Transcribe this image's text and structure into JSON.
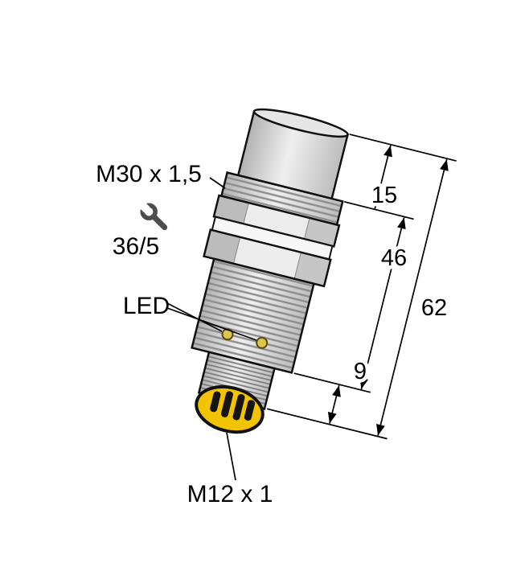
{
  "labels": {
    "thread_size": "M30 x 1,5",
    "wrench_size": "36/5",
    "led": "LED",
    "connector_thread": "M12 x 1"
  },
  "dimensions": {
    "head_length": "15",
    "body_length": "46",
    "total_length": "62",
    "connector_length": "9"
  },
  "icons": {
    "wrench_icon": "open-end-wrench"
  },
  "colors": {
    "connector_face": "#f2c300",
    "led_dot": "#dcc64c",
    "body_light": "#efefef",
    "body_gray": "#c9c9c9",
    "band_white": "#f7f7f7",
    "outline": "#111111"
  }
}
